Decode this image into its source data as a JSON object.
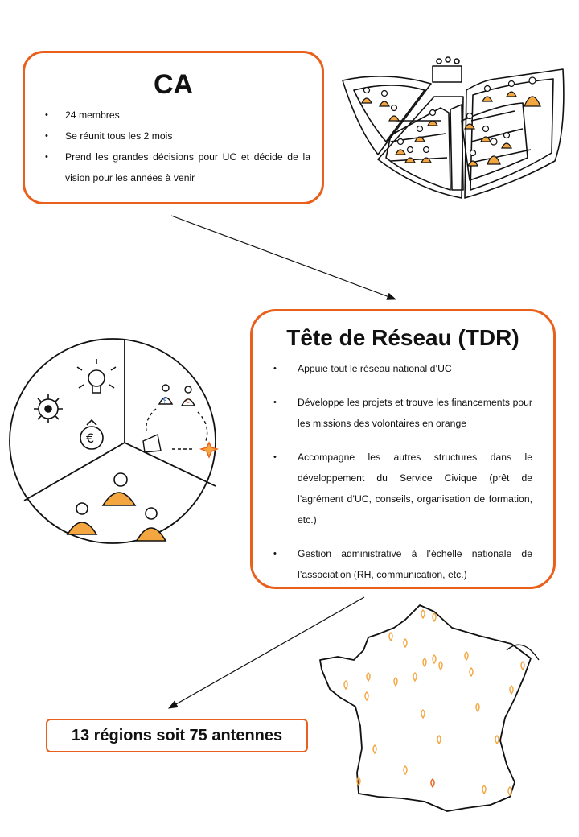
{
  "ca": {
    "title": "CA",
    "bullets": [
      "24 membres",
      "Se réunit tous les 2 mois",
      "Prend les grandes décisions pour UC et décide de la vision pour les années à venir"
    ]
  },
  "tdr": {
    "title": "Tête de Réseau (TDR)",
    "bullets": [
      "Appuie tout le réseau national d’UC",
      "Développe les projets et trouve les financements pour les missions des volontaires en orange",
      "Accompagne les autres structures dans le développement du Service Civique (prêt de l’agrément d’UC, conseils, organisation de formation, etc.)",
      "Gestion administrative à l’échelle nationale de l’association (RH, communication, etc.)"
    ]
  },
  "regions": {
    "label": "13 régions soit 75 antennes"
  },
  "icons": {
    "assembly": "assembly-hemicycle-illustration",
    "pie": "roles-pie-illustration",
    "map": "france-map-illustration"
  },
  "colors": {
    "accent": "#e8601c",
    "ink": "#111111",
    "hatch": "#f4a640"
  }
}
